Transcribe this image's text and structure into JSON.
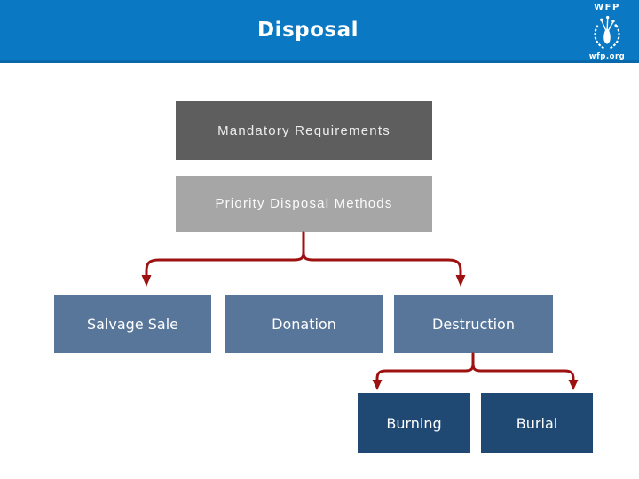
{
  "header": {
    "title": "Disposal",
    "logo": {
      "top_text": "WFP",
      "bottom_text": "wfp.org"
    }
  },
  "diagram": {
    "level1": {
      "label": "Mandatory Requirements"
    },
    "level2": {
      "label": "Priority Disposal Methods"
    },
    "level3": [
      {
        "label": "Salvage Sale"
      },
      {
        "label": "Donation"
      },
      {
        "label": "Destruction"
      }
    ],
    "level4": [
      {
        "label": "Burning"
      },
      {
        "label": "Burial"
      }
    ]
  },
  "colors": {
    "header_blue": "#0a78c2",
    "header_underline": "#0967ab",
    "dark_gray_box": "#5e5e5e",
    "light_gray_box": "#a6a6a6",
    "steel_blue_box": "#58769a",
    "navy_box": "#1f4873",
    "connector_red": "#9e1111",
    "text_white": "#ffffff"
  }
}
